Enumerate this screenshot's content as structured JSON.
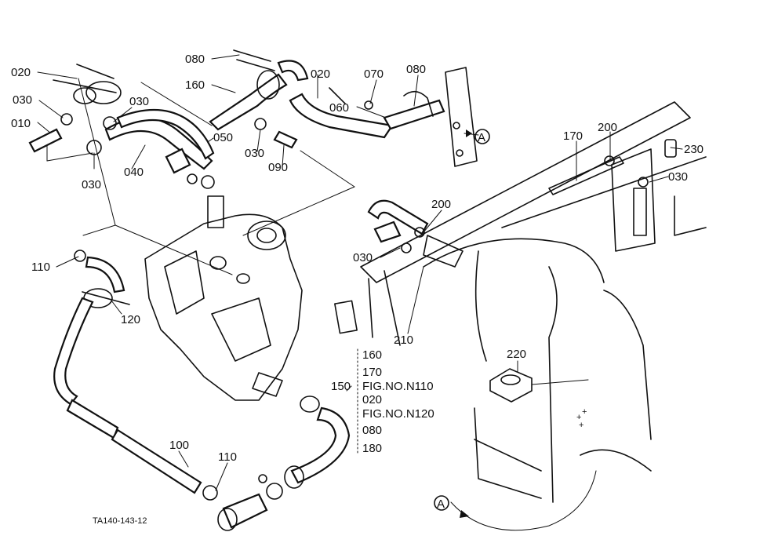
{
  "callouts": {
    "c020a": "020",
    "c030a": "030",
    "c010": "010",
    "c030b": "030",
    "c030c": "030",
    "c040": "040",
    "c050": "050",
    "c080a": "080",
    "c160a": "160",
    "c020b": "020",
    "c030d": "030",
    "c090": "090",
    "c070": "070",
    "c080b": "080",
    "c060": "060",
    "c170a": "170",
    "c200a": "200",
    "c230": "230",
    "c030e": "030",
    "c200b": "200",
    "c030f": "030",
    "c110a": "110",
    "c120": "120",
    "c210": "210",
    "c220": "220",
    "c100": "100",
    "c110b": "110"
  },
  "stack": {
    "s160": "160",
    "s170": "170",
    "s150": "150",
    "fig1": "FIG.NO.N110",
    "s020": "020",
    "fig2": "FIG.NO.N120",
    "s080": "080",
    "s180": "180"
  },
  "refs": {
    "markerA1": "A",
    "markerA2": "A"
  },
  "drawing_id": "TA140-143-12"
}
